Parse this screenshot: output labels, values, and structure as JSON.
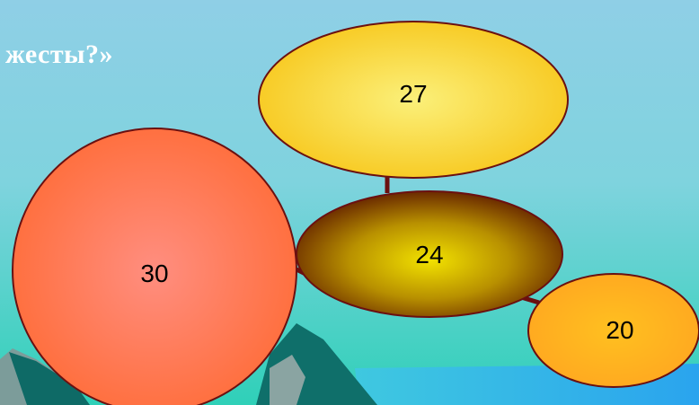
{
  "slide": {
    "title_fragment": "жесты?»",
    "bubbles": [
      {
        "label": "27",
        "color": "#f5d530"
      },
      {
        "label": "24",
        "color": "#c8a800"
      },
      {
        "label": "30",
        "color": "#ff7a48"
      },
      {
        "label": "20",
        "color": "#ffb020"
      }
    ]
  },
  "colors": {
    "sky_top": "#8fcfe6",
    "sky_bottom": "#2fd0b8",
    "water": "#3aaee8",
    "connector": "#6b1010",
    "outline": "#6b1010"
  }
}
